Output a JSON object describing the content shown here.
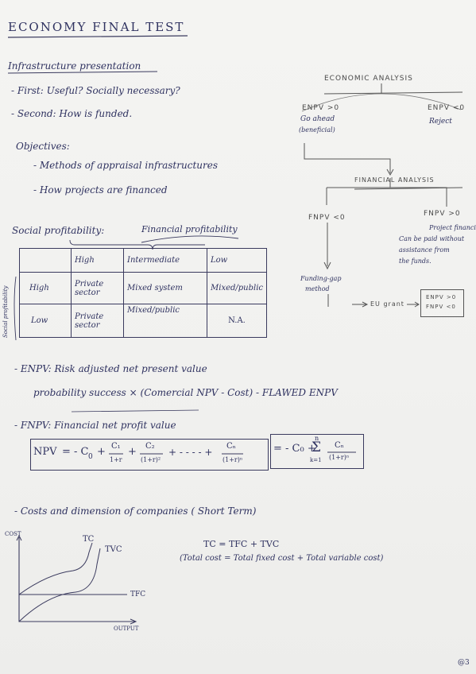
{
  "title": "ECONOMY  FINAL  TEST",
  "left": {
    "heading": "Infrastructure presentation",
    "first": "- First: Useful? Socially necessary?",
    "second": "- Second: How is funded.",
    "objectives": "Objectives:",
    "obj1": "- Methods of appraisal infrastructures",
    "obj2": "- How projects are financed"
  },
  "profitability": {
    "social": "Social profitability:",
    "financial": "Financial profitability",
    "side_label": "Social profitability",
    "col_headers": [
      "High",
      "Intermediate",
      "Low"
    ],
    "rows": [
      {
        "label": "High",
        "cells": [
          "Private sector",
          "Mixed system",
          "Mixed/public"
        ]
      },
      {
        "label": "Low",
        "cells": [
          "Private sector",
          "Mixed/public",
          "N.A."
        ]
      }
    ]
  },
  "flow": {
    "economic": "ECONOMIC  ANALYSIS",
    "enpv_pos": "ENPV >0",
    "go_ahead": "Go ahead",
    "beneficial": "(beneficial)",
    "enpv_neg": "ENPV <0",
    "reject": "Reject",
    "financial": "FINANCIAL  ANALYSIS",
    "fnpv_neg": "FNPV <0",
    "fnpv_pos": "FNPV >0",
    "project_financing": [
      "Project financing",
      "Can be paid without",
      "assistance from",
      "the funds."
    ],
    "funding_gap": [
      "Funding-gap",
      "method"
    ],
    "eu_grant": "EU grant",
    "result": [
      "ENPV >0",
      "FNPV <0"
    ]
  },
  "enpv": {
    "line": "- ENPV: Risk adjusted net present value",
    "formula": "probability success × (Comercial NPV - Cost) - FLAWED  ENPV"
  },
  "fnpv": {
    "line": "- FNPV: Financial net profit value",
    "npv": "NPV",
    "eq_start": "= - C",
    "sub0": "0",
    "plus1": "+",
    "c1": "C₁",
    "d1": "1+r",
    "plus2": "+",
    "c2": "C₂",
    "d2": "(1+r)²",
    "dots": "+ - - - - +",
    "cn": "Cₙ",
    "dn": "(1+r)ⁿ",
    "eq2": "= - C₀ +",
    "sigma": "Σ",
    "sum_top": "n",
    "sum_bot": "k=1",
    "cn2": "Cₙ",
    "dn2": "(1+r)ⁿ"
  },
  "costs": {
    "heading": "- Costs and dimension of companies ( Short Term)",
    "y_axis": "COST",
    "x_axis": "OUTPUT",
    "tc": "TC",
    "tvc": "TVC",
    "tfc": "TFC",
    "eq": "TC = TFC + TVC",
    "eq_expl": "(Total cost = Total fixed cost + Total variable cost)"
  },
  "page_mark": "@3"
}
